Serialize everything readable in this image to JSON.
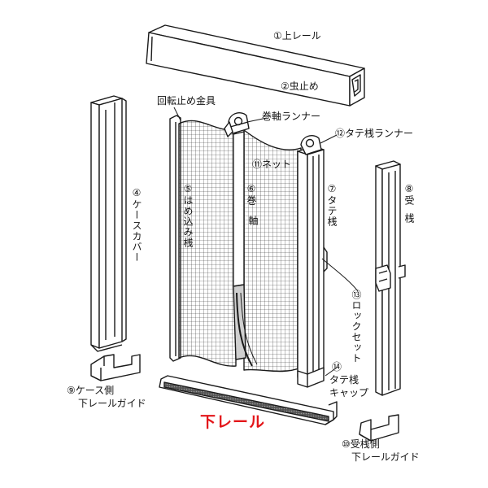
{
  "labels": {
    "top_rail": "①上レール",
    "insect_stop": "②虫止め",
    "rotation_stopper": "回転止め金具",
    "roll_shaft_runner": "巻軸ランナー",
    "vertical_bar_runner": "⑫タテ桟ランナー",
    "net": "⑪ネット",
    "case_cover": "④ケースカバー",
    "fit_in_bar": "⑤はめ込み桟",
    "roll_shaft_a": "⑥巻",
    "roll_shaft_b": "軸",
    "vertical_bar": "⑦タテ桟",
    "receiving_bar_a": "⑧受",
    "receiving_bar_b": "桟",
    "lock_set": "⑬ロックセット",
    "vertical_bar_cap_a": "⑭",
    "vertical_bar_cap_b": "タテ桟",
    "vertical_bar_cap_c": "キャップ",
    "case_side_guide_a": "⑨ケース側",
    "case_side_guide_b": "下レールガイド",
    "bottom_rail": "下レール",
    "receiving_guide_a": "⑩受桟側",
    "receiving_guide_b": "下レールガイド"
  },
  "colors": {
    "accent": "#e3161a",
    "line": "#1a1a1a"
  }
}
